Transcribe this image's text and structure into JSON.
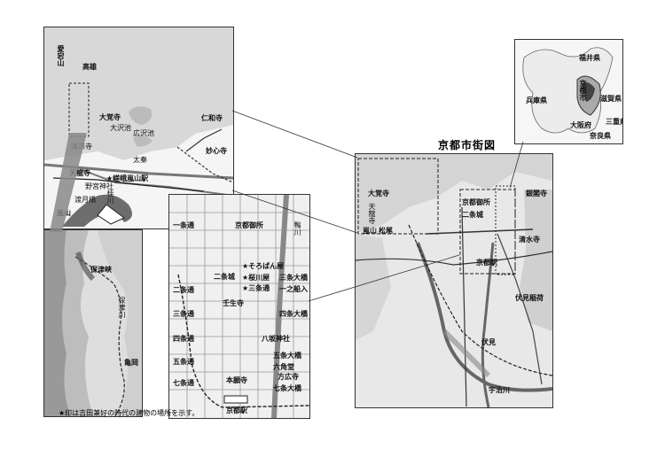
{
  "main_map": {
    "title": "京都市街図",
    "labels": {
      "daikakuji": "大覚寺",
      "tenryuji": "天龍寺",
      "arashiyama": "嵐山",
      "matsuo": "松尾",
      "gosho": "京都御所",
      "nijojo": "二条城",
      "kyotoeki": "京都駅",
      "ginkakuji": "銀閣寺",
      "kiyomizu": "清水寺",
      "fushimi": "伏見稲荷",
      "fushimi2": "伏見",
      "ujigawa": "宇治川"
    }
  },
  "region_map": {
    "labels": {
      "hyogo": "兵庫県",
      "kyoto": "京都市",
      "shiga": "滋賀県",
      "osaka": "大阪府",
      "mie": "三重県",
      "nara": "奈良県",
      "fukui": "福井県"
    }
  },
  "west_map": {
    "labels": {
      "atago": "愛宕山",
      "takao": "高雄",
      "daikakuji": "大覚寺",
      "osawa": "大沢池",
      "hirosawa": "広沢池",
      "ninnaji": "仁和寺",
      "myoshinji": "妙心寺",
      "seiryoji": "清凉寺",
      "tenryuji": "天龍寺",
      "nonomiya": "野宮神社",
      "togetsukyo": "渡月橋",
      "arashiyama": "嵐山",
      "saga_station": "★嵯峨嵐山駅",
      "uzumasa": "太秦",
      "katsura": "桂川"
    }
  },
  "hozu_map": {
    "labels": {
      "hozukyo": "保津峡",
      "kameoka": "亀岡",
      "hozugawa": "保津川"
    }
  },
  "center_map": {
    "labels": {
      "ichijo": "一条通",
      "nijo": "二条通",
      "sanjo": "三条通",
      "shijo": "四条通",
      "gojo": "五条通",
      "shichijo": "七条通",
      "gosho": "京都御所",
      "nijojo": "二条城",
      "sorobanya": "★そろばん屋",
      "sakuragawa": "★桜川屋",
      "kawaramachi": "★三条通",
      "sanjo_ohashi": "三条大橋",
      "shijo_ohashi": "四条大橋",
      "gojo_ohashi": "五条大橋",
      "shichijo_ohashi": "七条大橋",
      "rokkaku": "六角堂",
      "kamogawa": "鴨川",
      "kyotoeki": "京都駅",
      "hongwanji": "本願寺",
      "tofukuji": "方広寺",
      "yasaka": "八坂神社",
      "ichinofunairi": "一之船入",
      "mibu": "壬生寺"
    }
  },
  "footnote": "★印は吉田兼好の時代の建物の場所を示す。"
}
